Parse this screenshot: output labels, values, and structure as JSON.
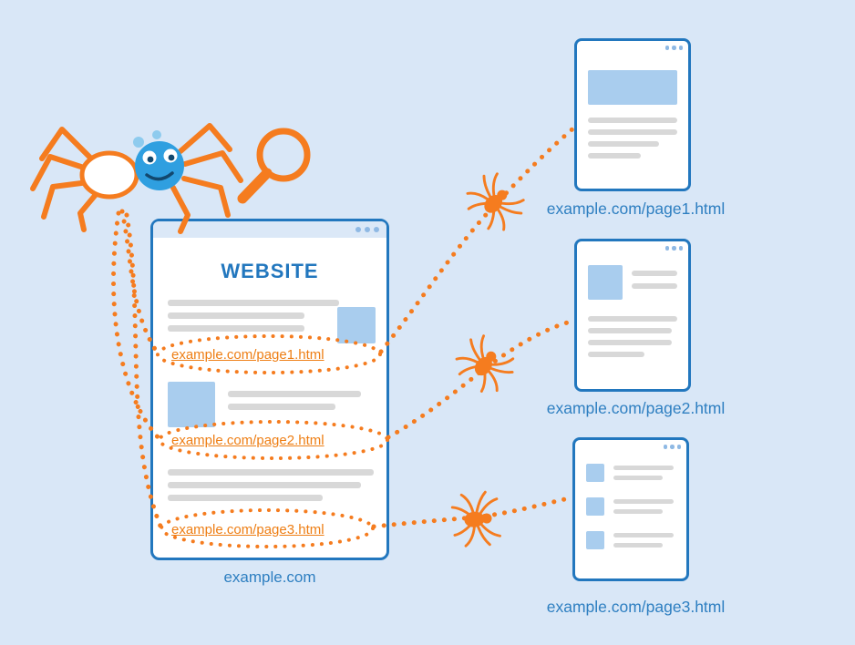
{
  "diagram": {
    "main_window": {
      "title": "WEBSITE",
      "caption": "example.com",
      "links": [
        {
          "label": "example.com/page1.html"
        },
        {
          "label": "example.com/page2.html"
        },
        {
          "label": "example.com/page3.html"
        }
      ]
    },
    "pages": [
      {
        "label": "example.com/page1.html"
      },
      {
        "label": "example.com/page2.html"
      },
      {
        "label": "example.com/page3.html"
      }
    ],
    "icons": {
      "crawler": "spider-with-magnifier-icon",
      "path_marker": "mini-spider-icon"
    },
    "colors": {
      "background": "#d9e7f7",
      "accent_orange": "#f57c1f",
      "window_border_blue": "#2277be",
      "label_blue": "#2e7fc1",
      "content_block_blue": "#a9cdee",
      "placeholder_gray": "#d8d8d8",
      "spider_head_blue": "#2f9fe0"
    }
  }
}
